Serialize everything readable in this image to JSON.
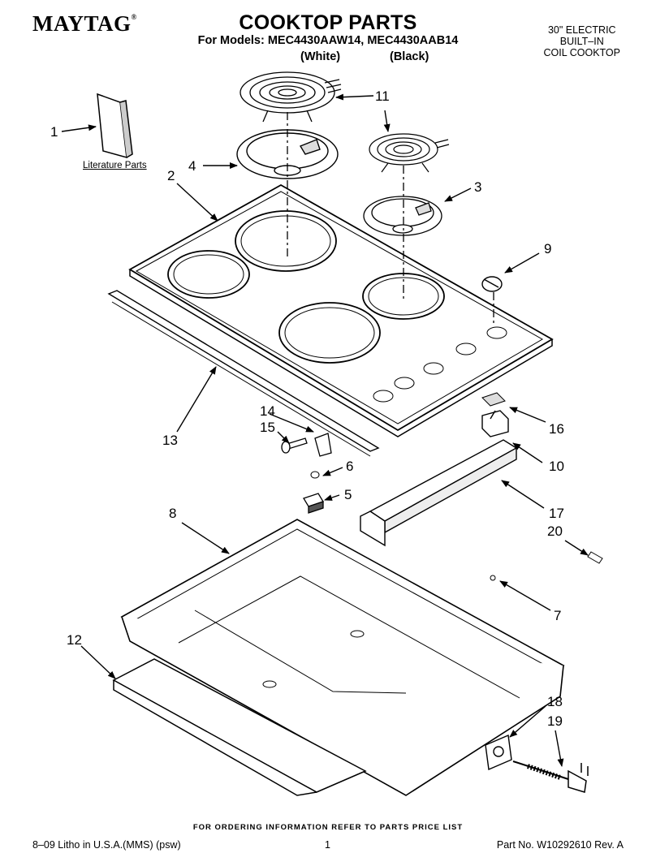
{
  "header": {
    "brand": "MAYTAG",
    "brand_mark": "®",
    "title": "COOKTOP PARTS",
    "models_line": "For Models: MEC4430AAW14, MEC4430AAB14",
    "variant_white": "(White)",
    "variant_black": "(Black)",
    "description": [
      "30\" ELECTRIC",
      "BUILT–IN",
      "COIL COOKTOP"
    ]
  },
  "literature_label": "Literature Parts",
  "callouts": [
    "1",
    "2",
    "3",
    "4",
    "5",
    "6",
    "7",
    "8",
    "9",
    "10",
    "11",
    "12",
    "13",
    "14",
    "15",
    "16",
    "17",
    "18",
    "19",
    "20"
  ],
  "footer": {
    "ordering_note": "FOR ORDERING INFORMATION REFER TO PARTS PRICE LIST",
    "litho": "8–09 Litho in U.S.A.(MMS) (psw)",
    "page_number": "1",
    "part_number": "Part No. W10292610 Rev. A"
  }
}
